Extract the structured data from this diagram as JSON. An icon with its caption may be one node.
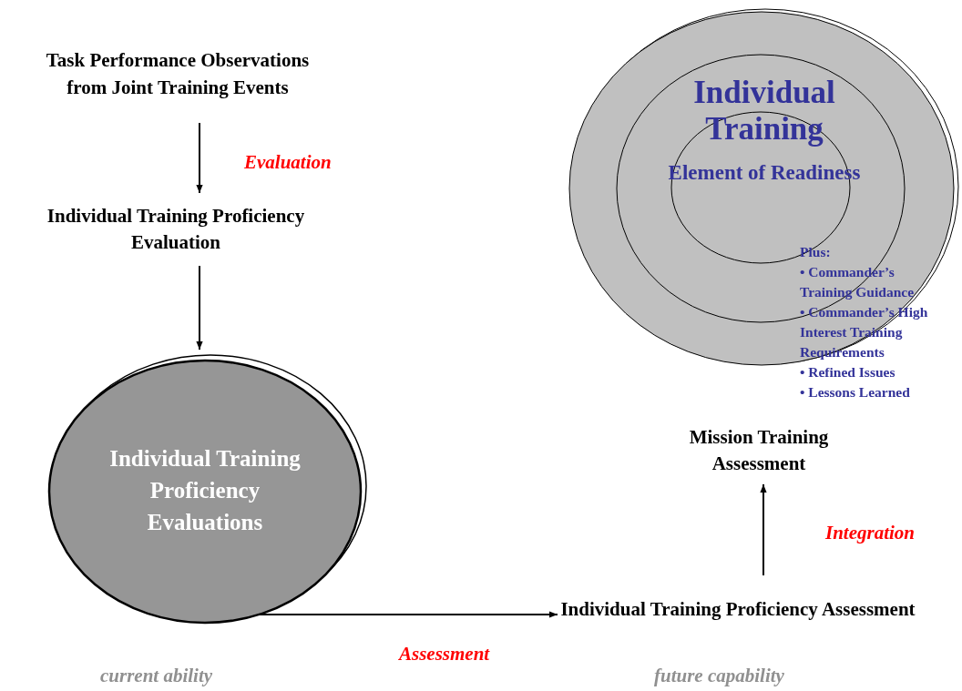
{
  "diagram": {
    "nodes": [
      {
        "text": [
          "Task Performance Observations from Joint Training Events"
        ]
      },
      {
        "text": [
          "Individual Training Proficiency Evaluation"
        ]
      },
      {
        "text": [
          "Individual Training Proficiency Evaluations"
        ]
      },
      {
        "text": [
          "Individual Training Proficiency Assessment"
        ]
      },
      {
        "text": [
          "Mission Training Assessment"
        ]
      },
      {
        "text": [
          "Individual Training",
          "Element of Readiness",
          "Plus:",
          "• Commander’s Training Guidance",
          "• Commander’s High Interest Training Requirements",
          "• Refined Issues",
          "• Lessons Learned"
        ]
      }
    ],
    "edges": [
      {
        "from": 0,
        "to": 1,
        "arrow": "to",
        "label": "Evaluation"
      },
      {
        "from": 1,
        "to": 2,
        "arrow": "to"
      },
      {
        "from": 2,
        "to": 3,
        "arrow": "to",
        "label": "Assessment"
      },
      {
        "from": 3,
        "to": 4,
        "arrow": "to",
        "label": "Integration"
      }
    ],
    "labels": [
      "current ability",
      "future capability"
    ]
  }
}
